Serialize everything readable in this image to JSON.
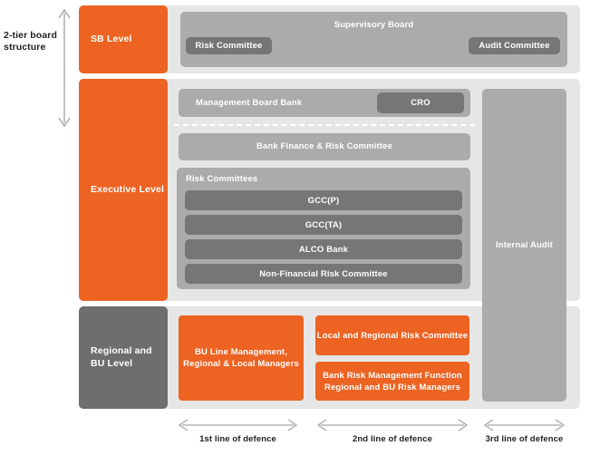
{
  "annotation": {
    "tier_label": "2-tier board structure",
    "tier_arrow_icon": "vertical-double-arrow-icon"
  },
  "colors": {
    "orange": "#ec6322",
    "gray_dark": "#6e6e6e",
    "gray_medium": "#ababab",
    "gray_card": "#767676",
    "band_background": "#e6e6e6",
    "text_light": "#ffffff",
    "text_dark": "#231f20"
  },
  "levels": [
    {
      "id": "sb",
      "label": "SB Level",
      "style": "orange"
    },
    {
      "id": "executive",
      "label": "Executive Level",
      "style": "orange"
    },
    {
      "id": "regional",
      "label": "Regional and BU Level",
      "style": "gray"
    }
  ],
  "sb_level": {
    "board_title": "Supervisory Board",
    "risk_committee": "Risk Committee",
    "audit_committee": "Audit Committee"
  },
  "executive_level": {
    "management_board": "Management Board Bank",
    "cro": "CRO",
    "bank_finance_risk_committee": "Bank Finance & Risk Committee",
    "risk_committees_title": "Risk Committees",
    "risk_committees": [
      "GCC(P)",
      "GCC(TA)",
      "ALCO Bank",
      "Non-Financial Risk Committee"
    ]
  },
  "regional_level": {
    "bu_line_management": "BU Line Management, Regional & Local Managers",
    "local_regional_risk_committee": "Local and Regional Risk Committee",
    "bank_risk_management_function": "Bank Risk Management Function Regional and BU Risk Managers"
  },
  "internal_audit": {
    "label": "Internal Audit"
  },
  "defence_lines": [
    {
      "id": "first",
      "label": "1st line of defence"
    },
    {
      "id": "second",
      "label": "2nd line of defence"
    },
    {
      "id": "third",
      "label": "3rd line of defence"
    }
  ]
}
